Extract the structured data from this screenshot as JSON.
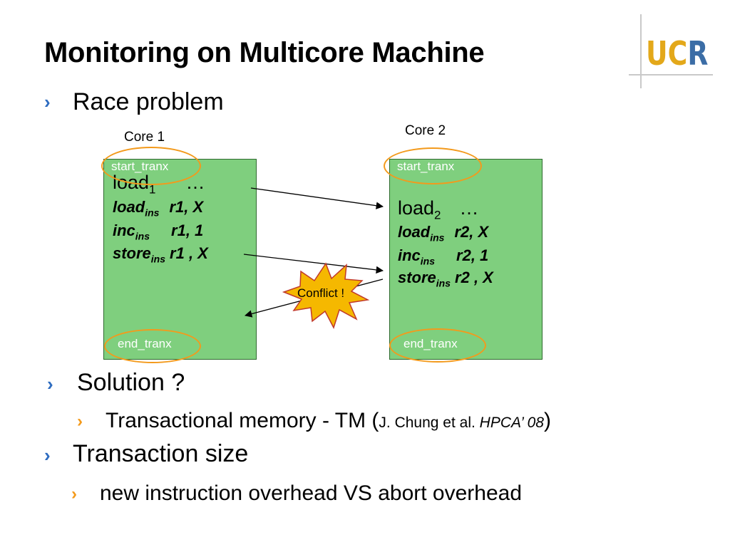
{
  "slide": {
    "title": "Monitoring on Multicore Machine",
    "logo_text_u": "U",
    "logo_text_c": "C",
    "logo_text_r": "R",
    "bullets": {
      "race": "Race problem",
      "solution": "Solution ?",
      "tm_main": "Transactional memory - TM (",
      "tm_cite": "J. Chung et al. ",
      "tm_venue": "HPCA’ 08",
      "tm_close": ")",
      "size": "Transaction size",
      "overhead": "new instruction overhead VS abort overhead"
    },
    "chevron": "›"
  },
  "diagram": {
    "core1": {
      "label": "Core 1",
      "start": "start_tranx",
      "end": "end_tranx",
      "load": "load",
      "load_sub": "1",
      "ellipsis": "…",
      "ins1_op": "load",
      "ins1_args": "r1, X",
      "ins2_op": "inc",
      "ins2_args": "r1, 1",
      "ins3_op": "store",
      "ins3_args": "r1 , X",
      "ins_sub": "ins"
    },
    "core2": {
      "label": "Core 2",
      "start": "start_tranx",
      "end": "end_tranx",
      "load": "load",
      "load_sub": "2",
      "ellipsis": "…",
      "ins1_op": "load",
      "ins1_args": "r2, X",
      "ins2_op": "inc",
      "ins2_args": "r2, 1",
      "ins3_op": "store",
      "ins3_args": "r2 , X",
      "ins_sub": "ins"
    },
    "conflict": "Conflict !",
    "colors": {
      "box": "#7fcf7e",
      "highlight": "#f39a1c",
      "burst": "#f5b800",
      "burst_stroke": "#c0392b"
    }
  }
}
